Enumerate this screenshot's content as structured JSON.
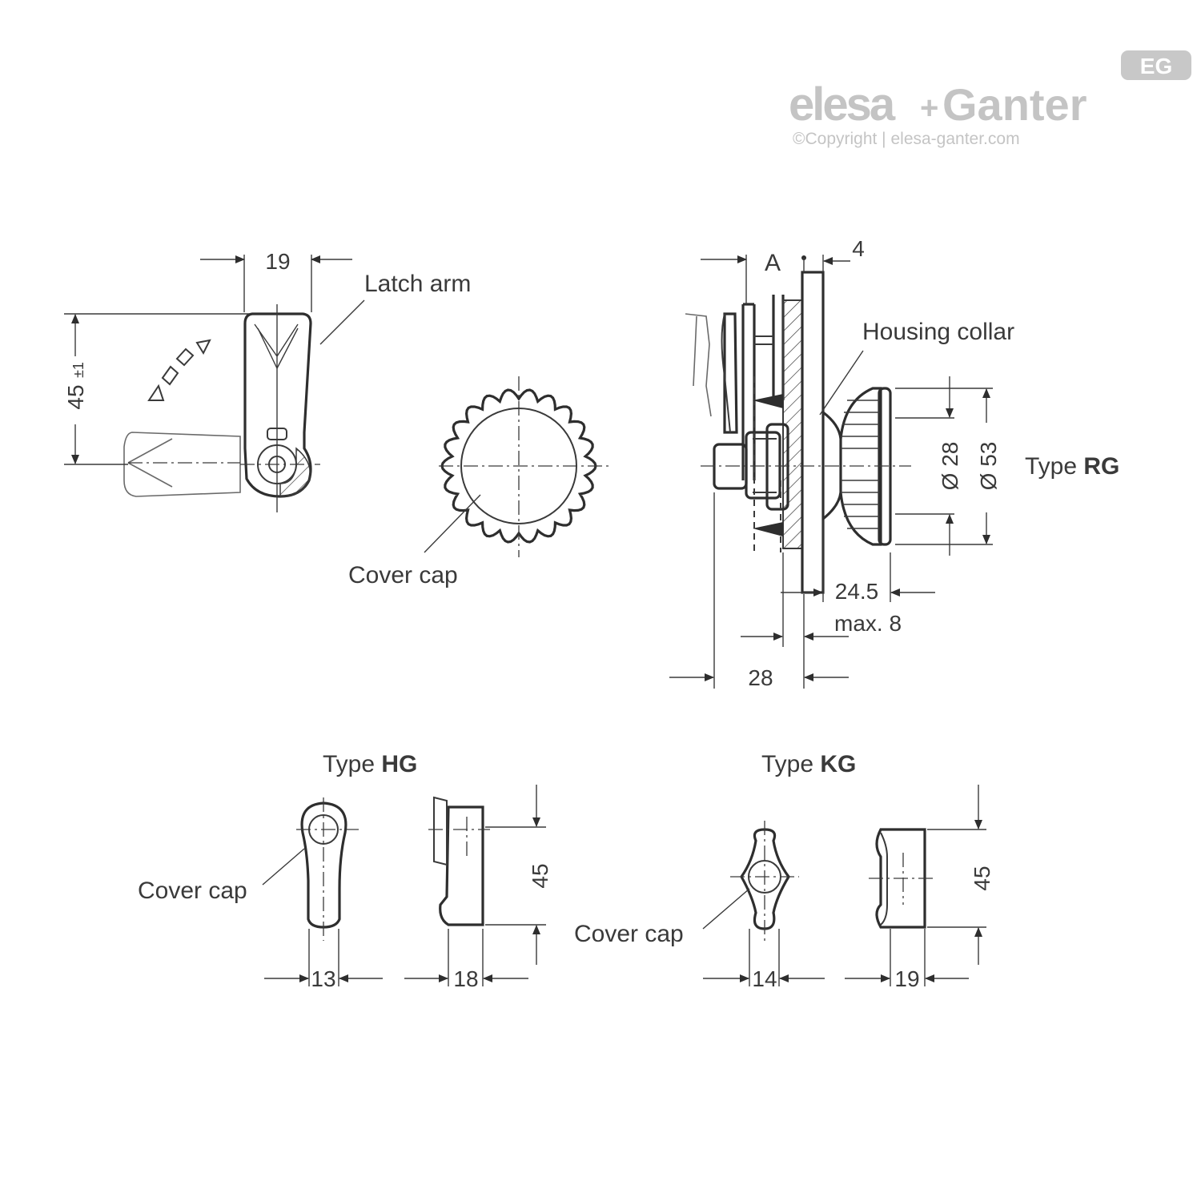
{
  "logo": {
    "brand_left": "elesa",
    "brand_plus": "+",
    "brand_right": "Ganter",
    "copyright": "©Copyright | elesa-ganter.com",
    "badge": "EG"
  },
  "labels": {
    "latch_arm": "Latch arm",
    "cover_cap_main": "Cover cap",
    "housing_collar": "Housing collar",
    "section_a": "A",
    "type_prefix": "Type",
    "type_rg": "RG",
    "type_hg": "HG",
    "type_kg": "KG",
    "cover_cap_hg": "Cover cap",
    "cover_cap_kg": "Cover cap"
  },
  "dimensions": {
    "arm_width": "19",
    "arm_height": "45",
    "arm_height_tol": "±1",
    "collar_gap": "4",
    "dia_inner": "Ø 28",
    "dia_outer": "Ø 53",
    "knob_length": "24.5",
    "panel_max": "max. 8",
    "body_length": "28",
    "hg_width_front": "13",
    "hg_width_side": "18",
    "hg_height": "45",
    "kg_width_front": "14",
    "kg_width_side": "19",
    "kg_height": "45"
  }
}
